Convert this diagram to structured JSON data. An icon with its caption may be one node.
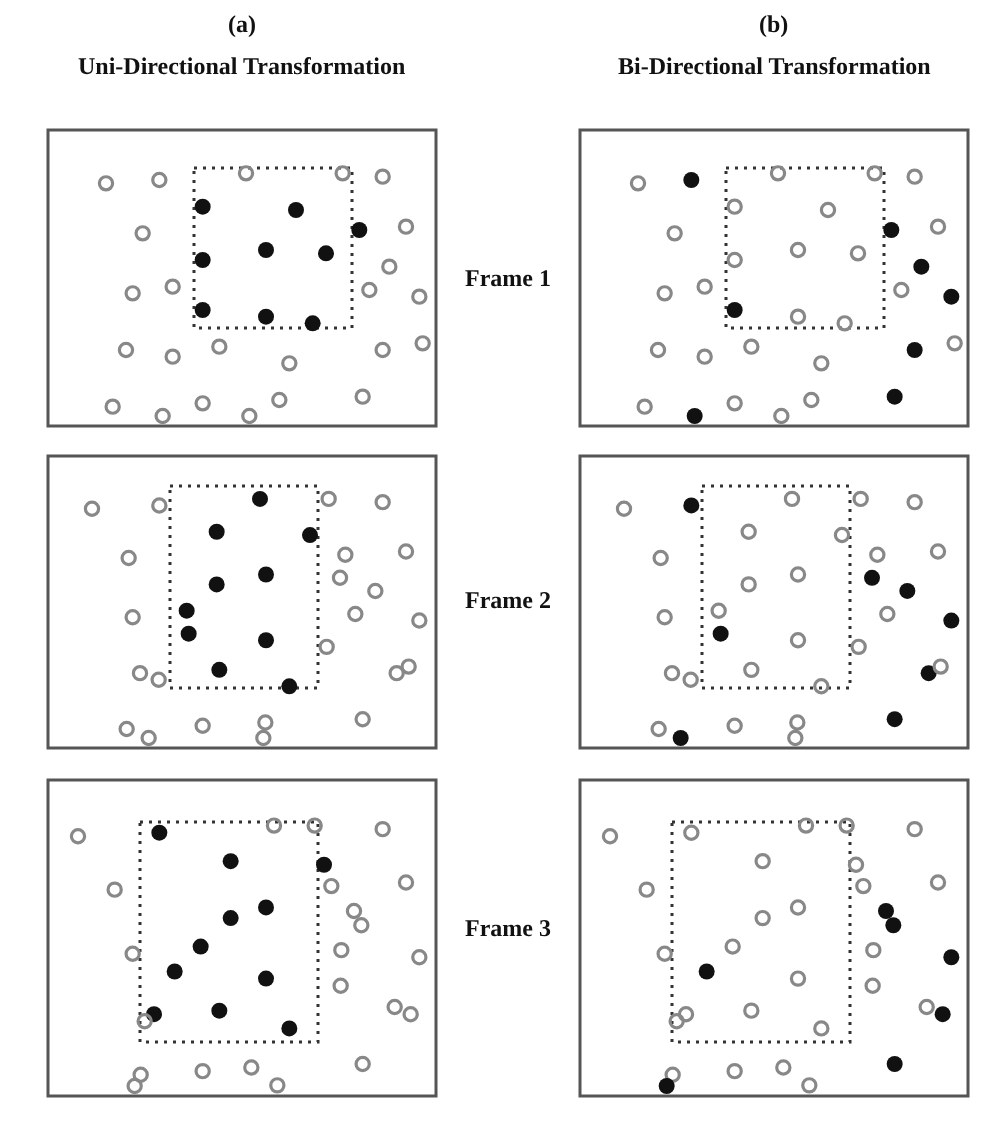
{
  "diagram": {
    "labels": [
      "(a)",
      "(b)",
      "Uni-Directional Transformation",
      "Bi-Directional Transformation",
      "Frame 1",
      "Frame 2",
      "Frame 3"
    ]
  }
}
